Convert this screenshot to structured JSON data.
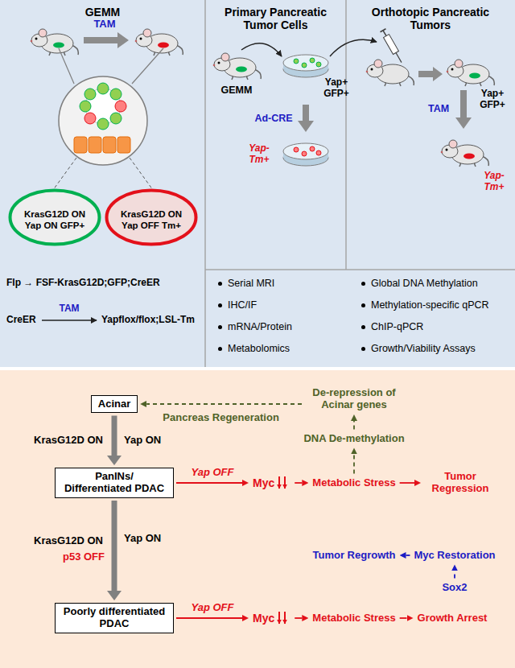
{
  "diagram": {
    "nodes": [
      {
        "text": [
          "GEMM"
        ]
      },
      {
        "text": [
          "KrasG12D ON Yap ON GFP+"
        ],
        "in": 0
      },
      {
        "text": [
          "KrasG12D ON Yap OFF Tm+"
        ],
        "in": 0
      },
      {
        "text": [
          "Primary Pancreatic Tumor Cells"
        ]
      },
      {
        "text": [
          "Orthotopic Pancreatic Tumors"
        ]
      },
      {
        "text": [
          "Serial MRI",
          "IHC/IF",
          "mRNA/Protein",
          "Metabolomics",
          "Global DNA Methylation",
          "Methylation-specific qPCR",
          "ChIP-qPCR",
          "Growth/Viability Assays"
        ]
      },
      {
        "text": [
          "Acinar"
        ]
      },
      {
        "text": [
          "De-repression of Acinar genes"
        ]
      },
      {
        "text": [
          "DNA De-methylation"
        ]
      },
      {
        "text": [
          "PanINs/ Differentiated PDAC"
        ]
      },
      {
        "text": [
          "Myc"
        ]
      },
      {
        "text": [
          "Metabolic Stress"
        ]
      },
      {
        "text": [
          "Tumor Regression"
        ]
      },
      {
        "text": [
          "Tumor Regrowth"
        ]
      },
      {
        "text": [
          "Myc Restoration"
        ]
      },
      {
        "text": [
          "Sox2"
        ]
      },
      {
        "text": [
          "Poorly differentiated PDAC"
        ]
      },
      {
        "text": [
          "Myc"
        ]
      },
      {
        "text": [
          "Metabolic Stress"
        ]
      },
      {
        "text": [
          "Growth Arrest"
        ]
      }
    ],
    "edges": [
      {
        "from": 6,
        "to": 9,
        "arrow": "to",
        "label": "KrasG12D ON"
      },
      {
        "from": 9,
        "to": 10,
        "arrow": "to",
        "label": "Yap OFF"
      },
      {
        "from": 10,
        "to": 11,
        "arrow": "to"
      },
      {
        "from": 11,
        "to": 12,
        "arrow": "to"
      },
      {
        "from": 11,
        "to": 8,
        "arrow": "to"
      },
      {
        "from": 8,
        "to": 7,
        "arrow": "to"
      },
      {
        "from": 7,
        "to": 6,
        "arrow": "to",
        "label": "Pancreas Regeneration"
      },
      {
        "from": 9,
        "to": 16,
        "arrow": "to",
        "label": "KrasG12D ON"
      },
      {
        "from": 16,
        "to": 17,
        "arrow": "to",
        "label": "Yap OFF"
      },
      {
        "from": 17,
        "to": 18,
        "arrow": "to"
      },
      {
        "from": 18,
        "to": 19,
        "arrow": "to"
      },
      {
        "from": 15,
        "to": 14,
        "arrow": "to"
      },
      {
        "from": 14,
        "to": 13,
        "arrow": "to"
      }
    ],
    "labels": [
      "TAM",
      "Flp → FSF-KrasG12D;GFP;CreER",
      "CreER",
      "TAM",
      "Yapflox/flox;LSL-Tm",
      "GEMM",
      "Yap+ GFP+",
      "Ad-CRE",
      "Yap- Tm+",
      "Yap+ GFP+",
      "TAM",
      "Yap- Tm+",
      "Yap ON",
      "Yap ON",
      "p53 OFF"
    ]
  }
}
